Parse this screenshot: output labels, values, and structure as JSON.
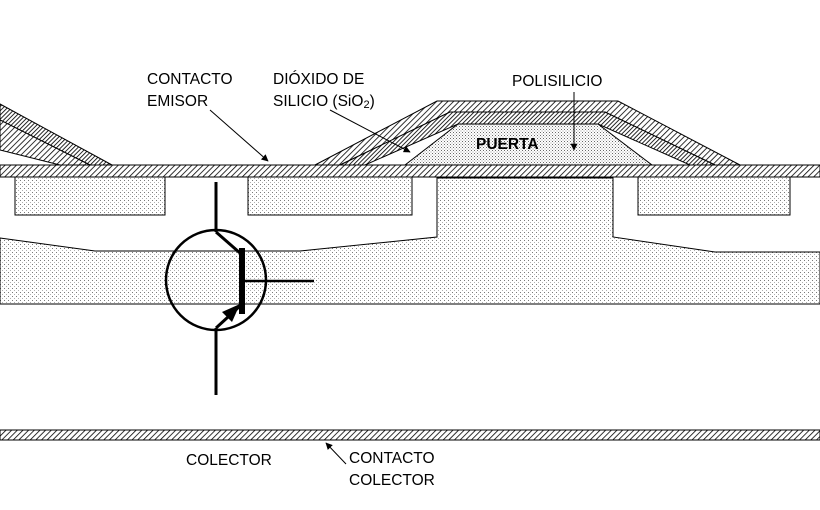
{
  "labels": {
    "contacto_emisor_1": "CONTACTO",
    "contacto_emisor_2": "EMISOR",
    "dioxido_1": "DIÓXIDO DE",
    "dioxido_2": "SILICIO (SiO",
    "dioxido_sub": "2",
    "dioxido_close": ")",
    "polisilicio": "POLISILICIO",
    "puerta": "PUERTA",
    "colector": "COLECTOR",
    "contacto_colector_1": "CONTACTO",
    "contacto_colector_2": "COLECTOR"
  }
}
